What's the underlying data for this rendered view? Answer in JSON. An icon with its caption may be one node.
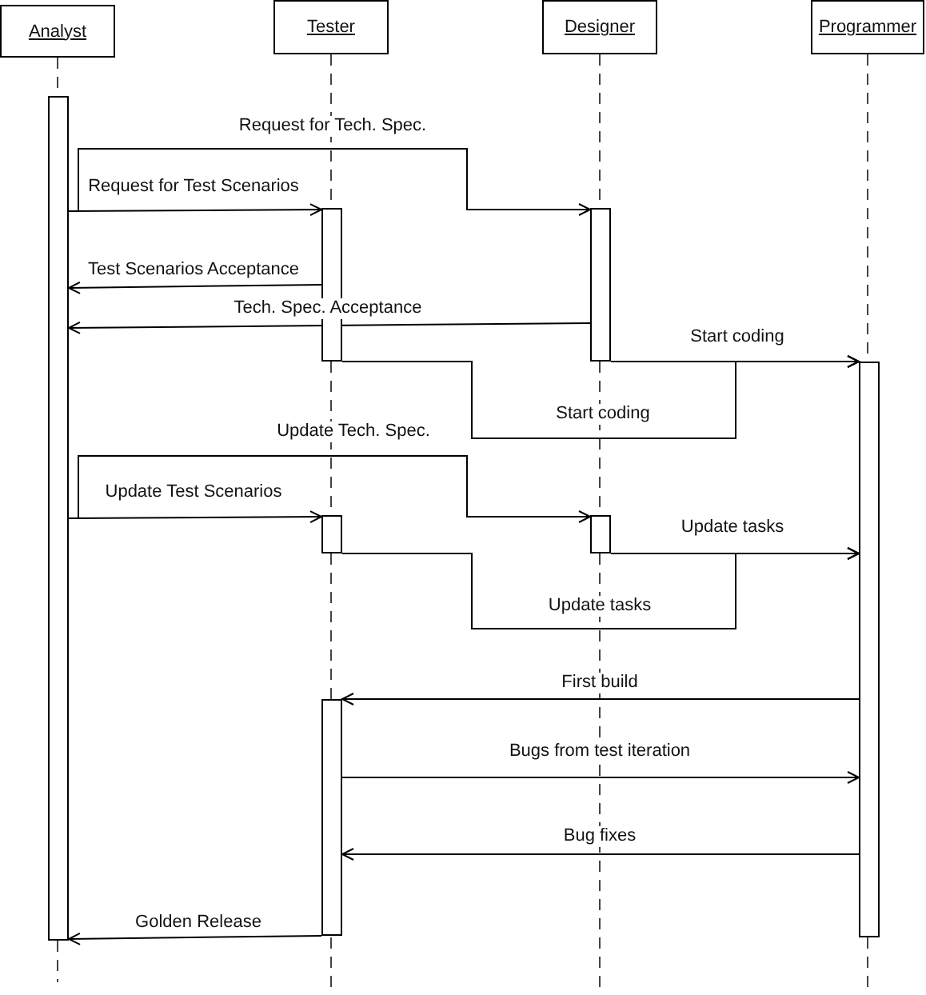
{
  "diagram": {
    "nodes": [
      {
        "text": [
          "Analyst"
        ]
      },
      {
        "text": [
          "Tester"
        ]
      },
      {
        "text": [
          "Designer"
        ]
      },
      {
        "text": [
          "Programmer"
        ]
      },
      {
        "text": [],
        "shape": "bar"
      },
      {
        "text": [],
        "shape": "bar"
      },
      {
        "text": [],
        "shape": "bar"
      },
      {
        "text": [],
        "shape": "bar"
      },
      {
        "text": [],
        "shape": "bar"
      },
      {
        "text": [],
        "shape": "bar"
      },
      {
        "text": [],
        "shape": "bar"
      }
    ],
    "edges": [
      {
        "from": 4,
        "to": 6,
        "arrow": "to",
        "label": "Request for Tech. Spec."
      },
      {
        "from": 4,
        "to": 5,
        "arrow": "to",
        "label": "Request for Test Scenarios"
      },
      {
        "from": 5,
        "to": 4,
        "arrow": "to",
        "label": "Test Scenarios Acceptance"
      },
      {
        "from": 6,
        "to": 4,
        "arrow": "to",
        "label": "Tech. Spec. Acceptance"
      },
      {
        "from": 6,
        "to": 7,
        "arrow": "to",
        "label": "Start coding"
      },
      {
        "from": 5,
        "to": 7,
        "arrow": "to",
        "label": "Start coding"
      },
      {
        "from": 4,
        "to": 9,
        "arrow": "to",
        "label": "Update Tech. Spec."
      },
      {
        "from": 4,
        "to": 8,
        "arrow": "to",
        "label": "Update Test Scenarios"
      },
      {
        "from": 9,
        "to": 7,
        "arrow": "to",
        "label": "Update tasks"
      },
      {
        "from": 8,
        "to": 7,
        "arrow": "to",
        "label": "Update tasks"
      },
      {
        "from": 7,
        "to": 10,
        "arrow": "to",
        "label": "First build"
      },
      {
        "from": 10,
        "to": 7,
        "arrow": "to",
        "label": "Bugs from test iteration"
      },
      {
        "from": 7,
        "to": 10,
        "arrow": "to",
        "label": "Bug fixes"
      },
      {
        "from": 10,
        "to": 4,
        "arrow": "to",
        "label": "Golden Release"
      }
    ]
  }
}
